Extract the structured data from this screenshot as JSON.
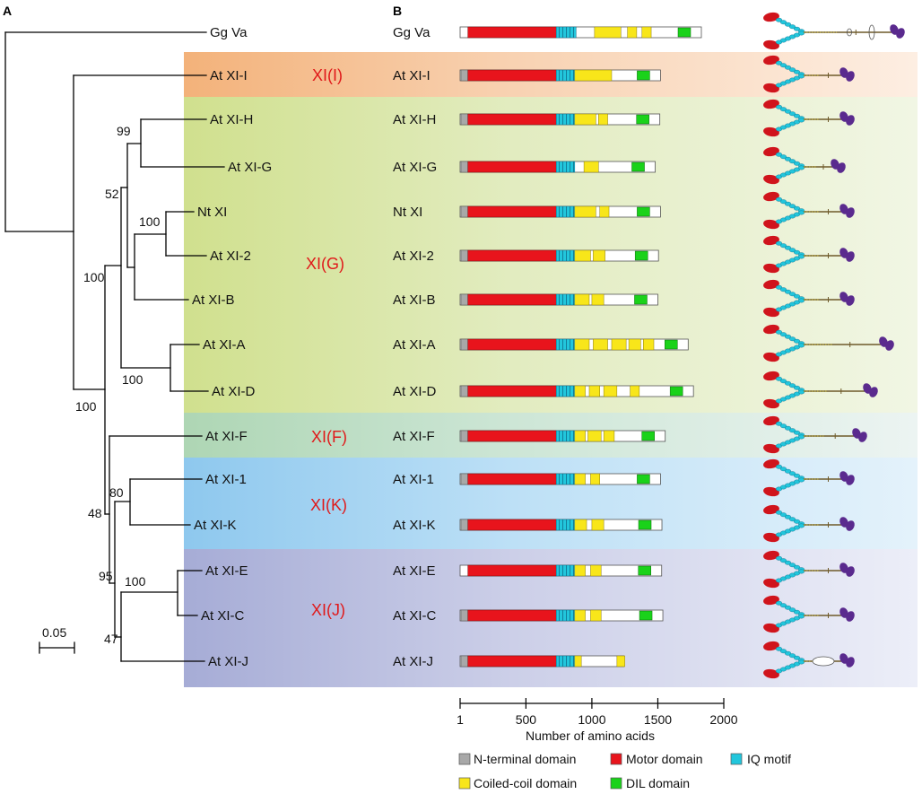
{
  "panels": {
    "a": "A",
    "b": "B"
  },
  "colors": {
    "n_terminal": "#a8a8a8",
    "motor": "#e8141c",
    "iq": "#22c6dc",
    "coiled_coil": "#f8e61a",
    "dil": "#1ad21a",
    "tail": "#6e5a2a",
    "globular": "#5a2a8e",
    "head": "#d0141c",
    "group_red": "#e0191a"
  },
  "groups": [
    {
      "id": "I",
      "label": "XI(I)"
    },
    {
      "id": "G",
      "label": "XI(G)"
    },
    {
      "id": "F",
      "label": "XI(F)"
    },
    {
      "id": "K",
      "label": "XI(K)"
    },
    {
      "id": "J",
      "label": "XI(J)"
    }
  ],
  "proteins": [
    {
      "name": "Gg Va",
      "length": 1830,
      "n_term": false
    },
    {
      "name": "At XI-I",
      "length": 1520,
      "n_term": true
    },
    {
      "name": "At XI-H",
      "length": 1515,
      "n_term": true
    },
    {
      "name": "At XI-G",
      "length": 1480,
      "n_term": true
    },
    {
      "name": "Nt XI",
      "length": 1520,
      "n_term": true
    },
    {
      "name": "At XI-2",
      "length": 1505,
      "n_term": true
    },
    {
      "name": "At XI-B",
      "length": 1500,
      "n_term": true
    },
    {
      "name": "At XI-A",
      "length": 1730,
      "n_term": true
    },
    {
      "name": "At XI-D",
      "length": 1770,
      "n_term": true
    },
    {
      "name": "At XI-F",
      "length": 1556,
      "n_term": true
    },
    {
      "name": "At XI-1",
      "length": 1520,
      "n_term": true
    },
    {
      "name": "At XI-K",
      "length": 1531,
      "n_term": true
    },
    {
      "name": "At XI-E",
      "length": 1529,
      "n_term": false
    },
    {
      "name": "At XI-C",
      "length": 1538,
      "n_term": true
    },
    {
      "name": "At XI-J",
      "length": 1242,
      "n_term": true
    }
  ],
  "bootstrap": [
    "99",
    "52",
    "100",
    "100",
    "100",
    "100",
    "80",
    "48",
    "95",
    "100",
    "47"
  ],
  "scale_bar": "0.05",
  "axis": {
    "ticks": [
      1,
      500,
      1000,
      1500,
      2000
    ],
    "xlabel": "Number of amino acids"
  },
  "legend": [
    {
      "label": "N-terminal domain",
      "color_key": "n_terminal"
    },
    {
      "label": "Motor domain",
      "color_key": "motor"
    },
    {
      "label": "IQ motif",
      "color_key": "iq"
    },
    {
      "label": "Coiled-coil domain",
      "color_key": "coiled_coil"
    },
    {
      "label": "DIL domain",
      "color_key": "dil"
    }
  ]
}
